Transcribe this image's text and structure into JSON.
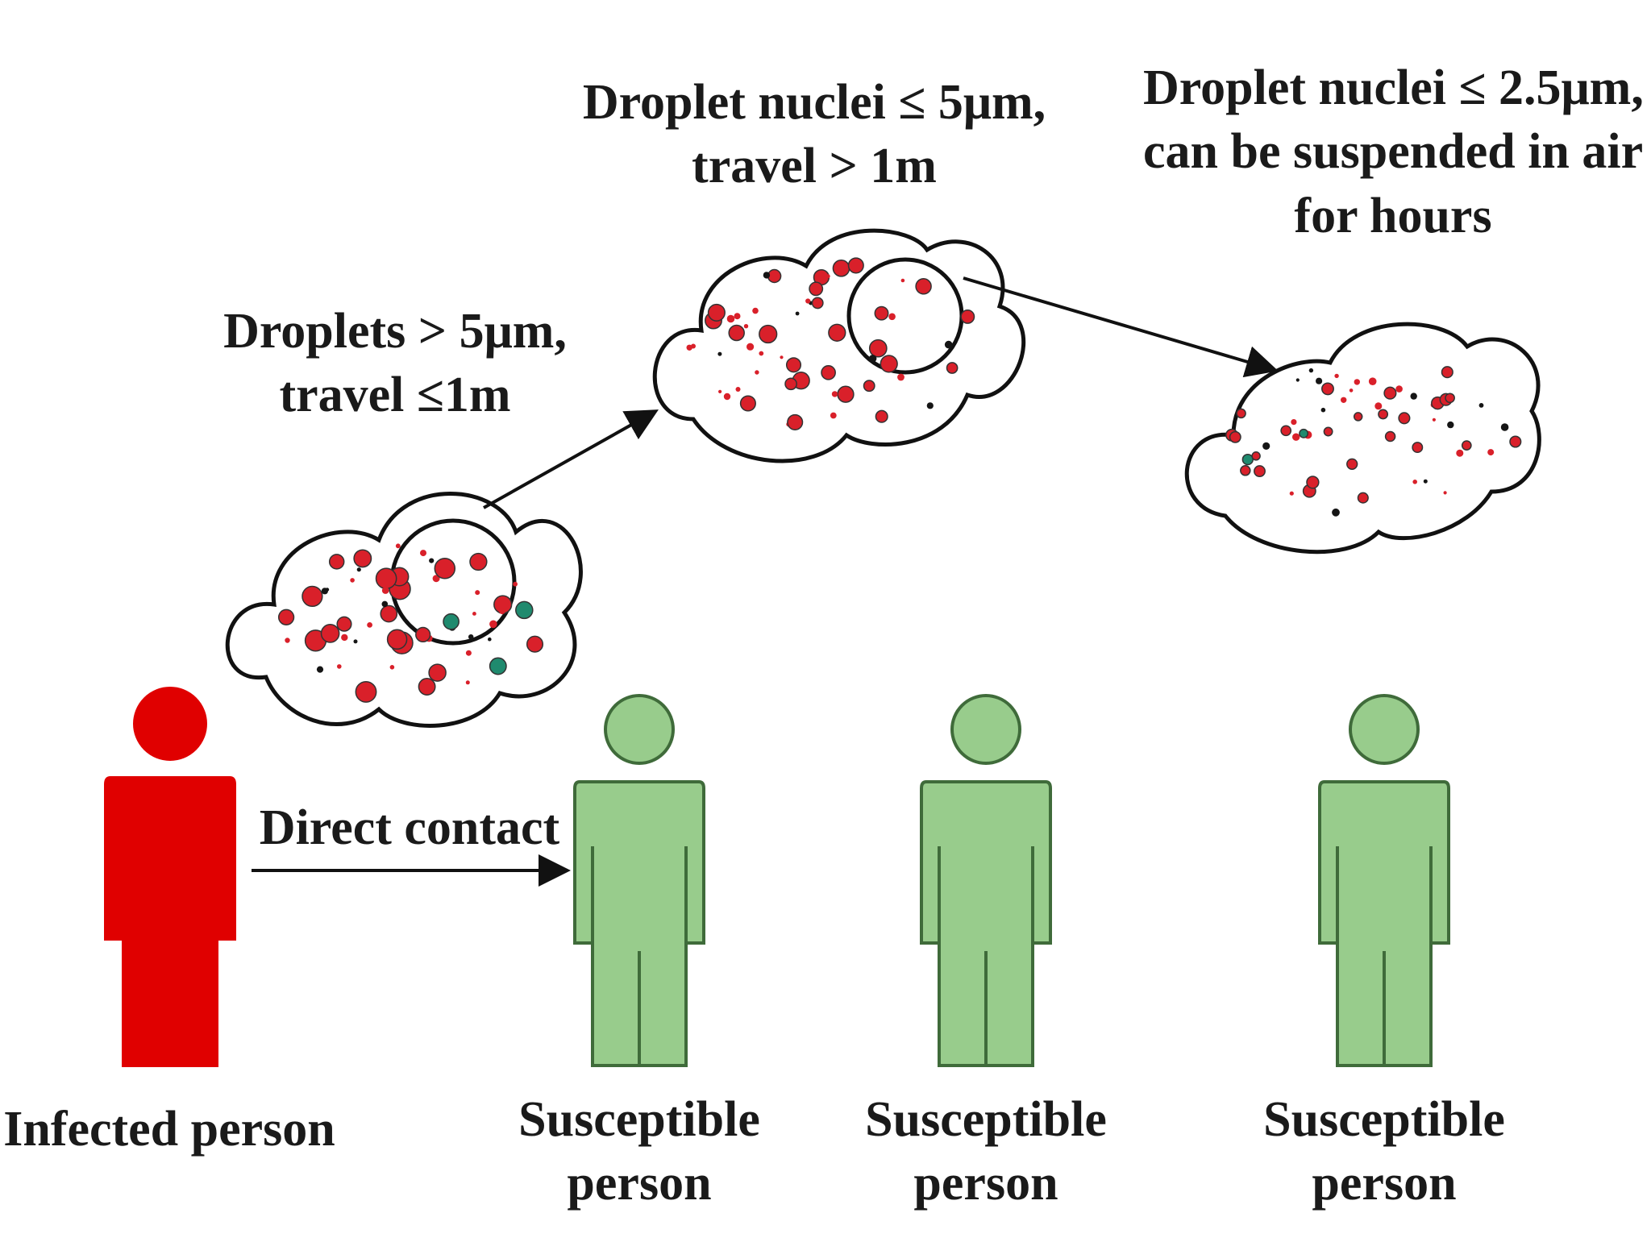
{
  "labels": {
    "droplets": [
      "Droplets > 5μm,",
      "travel ≤1m"
    ],
    "nuclei5": [
      "Droplet nuclei ≤ 5μm,",
      "travel > 1m"
    ],
    "nuclei25": [
      "Droplet nuclei ≤ 2.5μm,",
      "can be suspended in air",
      "for hours"
    ],
    "direct_contact": "Direct contact",
    "infected": "Infected person",
    "susceptible_1": [
      "Susceptible",
      "person"
    ],
    "susceptible_2": [
      "Susceptible",
      "person"
    ],
    "susceptible_3": [
      "Susceptible",
      "person"
    ]
  },
  "colors": {
    "infected": "#e00000",
    "susceptible_fill": "#98cc8c",
    "susceptible_stroke": "#3f6b3a",
    "particle_red": "#d9202a",
    "particle_dark": "#151515",
    "particle_teal": "#1f8a6e",
    "outline": "#111111"
  },
  "icons": {
    "cloud": "cloud-icon",
    "person": "person-icon",
    "arrow": "arrow-icon"
  }
}
